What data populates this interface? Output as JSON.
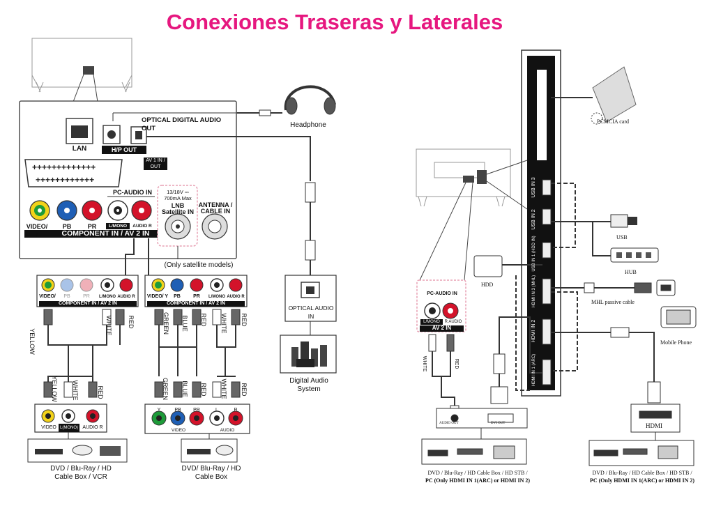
{
  "title": "Conexiones Traseras y Laterales",
  "colors": {
    "title": "#e6177f",
    "yellow": "#f2d21a",
    "green": "#1e9b3a",
    "blue": "#1f5fb5",
    "red": "#d3132a",
    "white": "#ffffff",
    "accent_pink": "#e8a0b4"
  },
  "rear_panel": {
    "lan": "LAN",
    "hp_out": "H/P OUT",
    "optical_out": "OPTICAL DIGITAL AUDIO OUT",
    "av1": "AV 1 IN / OUT",
    "pc_audio_in": "PC-AUDIO IN",
    "lnb_spec_1": "13/18V ⎓",
    "lnb_spec_2": "700mA Max",
    "lnb_label_1": "LNB",
    "lnb_label_2": "Satellite IN",
    "antenna_1": "ANTENNA /",
    "antenna_2": "CABLE IN",
    "component_bar": "COMPONENT IN / AV 2 IN",
    "jacks": {
      "video_y": "VIDEO/ Y",
      "pb": "PB",
      "pr": "PR",
      "l_mono": "L/MONO",
      "audio_r": "AUDIO R"
    },
    "only_satellite": "(Only satellite models)"
  },
  "headphone": "Headphone",
  "optical_audio_in": "OPTICAL AUDIO IN",
  "digital_audio_system": "Digital Audio System",
  "cable_labels": {
    "yellow": "YELLOW",
    "white": "WHITE",
    "red": "RED",
    "green": "GREEN",
    "blue": "BLUE"
  },
  "device_left_jacks": {
    "video": "VIDEO",
    "l_mono": "L(MONO)",
    "audio_r": "AUDIO R"
  },
  "device_mid_jacks": {
    "y": "Y",
    "pb": "PB",
    "pr": "PR",
    "l": "L",
    "r": "R",
    "video": "VIDEO",
    "audio": "AUDIO"
  },
  "caption_left": "DVD / Blu-Ray / HD Cable Box / VCR",
  "caption_mid": "DVD/ Blu-Ray / HD Cable Box",
  "side_panel": {
    "pcmcia_slot": "PCMCIA CARD SLOT",
    "usb3": "USB IN 3",
    "usb2": "USB IN 2",
    "usb1": "USB IN 1 (HDD IN)",
    "hdmi3": "HDMI IN 3 (MHL)",
    "hdmi2": "HDMI IN 2",
    "hdmi1": "HDMI IN 1 (ARC)"
  },
  "pcmcia_card": "PCMCIA card",
  "usb": "USB",
  "hub": "HUB",
  "hdd": "HDD",
  "mhl_cable": "MHL passive cable",
  "mobile_phone": "Mobile Phone",
  "hdmi": "HDMI",
  "pc_audio_box": {
    "title": "PC-AUDIO IN",
    "l_mono": "L/MONO",
    "audio_r": "R AUDIO",
    "bar": "AV 2 IN"
  },
  "audio_out": "AUDIO OUT",
  "dvi_out": "DVI OUT",
  "caption_right_a": "DVD / Blu-Ray / HD Cable Box / HD STB /",
  "caption_right_b": "PC (Only HDMI IN 1(ARC) or HDMI IN 2)",
  "caption_right_a2": "DVD / Blu-Ray / HD Cable Box / HD STB /",
  "caption_right_b2": "PC (Only HDMI IN 1(ARC) or HDMI IN 2)"
}
